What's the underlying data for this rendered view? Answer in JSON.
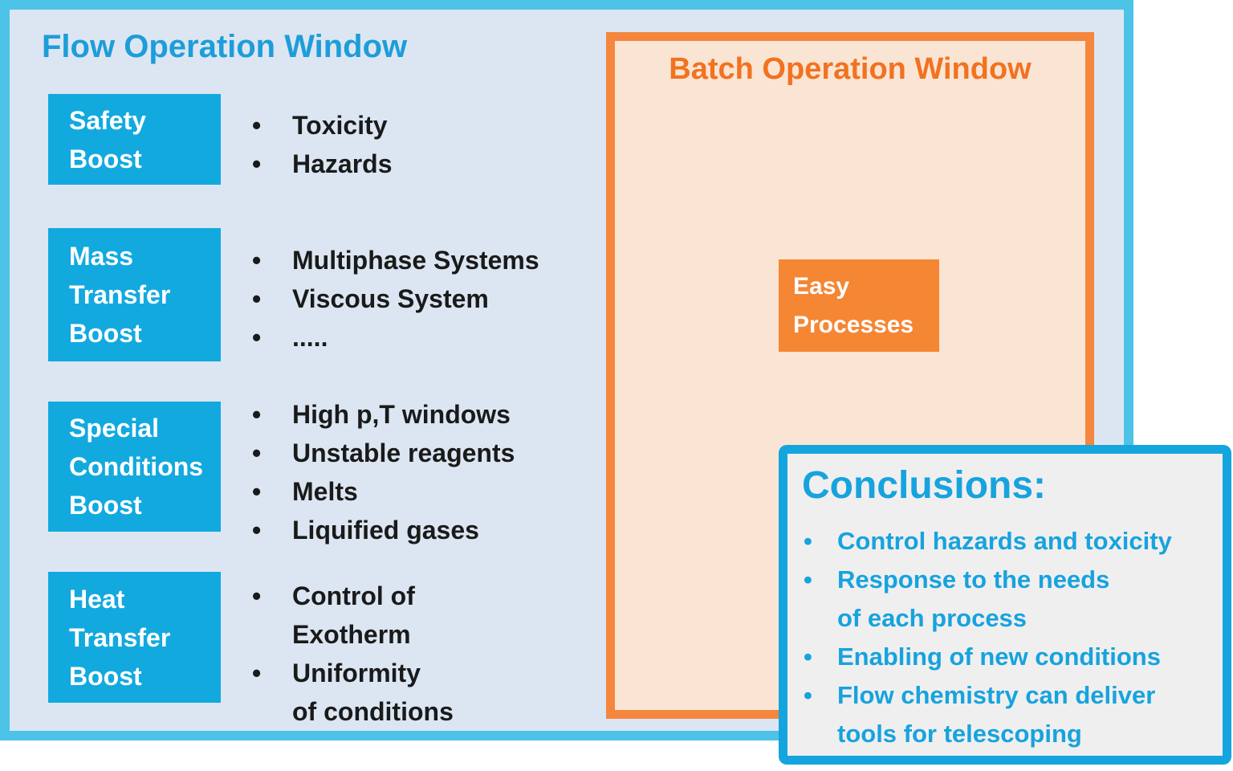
{
  "colors": {
    "flow_border": "#4DC3E8",
    "flow_fill": "#DCE6F2",
    "boost_box": "#12A9DF",
    "flow_title_text": "#1D9DD9",
    "list_text": "#1A1A1A",
    "batch_border": "#F5863D",
    "batch_fill": "#FAE5D4",
    "batch_title_text": "#F2721F",
    "easy_fill": "#F58634",
    "conclusions_border": "#14A5DE",
    "conclusions_fill": "#F0EFEF",
    "conclusions_text": "#16A3DE"
  },
  "flow_window": {
    "title": "Flow Operation Window",
    "rows": [
      {
        "label": "Safety\nBoost",
        "bullets": [
          "Toxicity",
          "Hazards"
        ]
      },
      {
        "label": "Mass\nTransfer\nBoost",
        "bullets": [
          "Multiphase Systems",
          "Viscous System",
          "....."
        ]
      },
      {
        "label": "Special\nConditions\nBoost",
        "bullets": [
          "High p,T windows",
          "Unstable reagents",
          "Melts",
          "Liquified gases"
        ]
      },
      {
        "label": "Heat\nTransfer\nBoost",
        "bullets": [
          "Control of\nExotherm",
          "Uniformity\nof conditions"
        ]
      }
    ]
  },
  "batch_window": {
    "title": "Batch Operation Window",
    "easy_label": "Easy\nProcesses"
  },
  "conclusions": {
    "heading": "Conclusions:",
    "bullets": [
      "Control hazards and toxicity",
      "Response to the needs\nof each process",
      "Enabling of new conditions",
      "Flow chemistry can deliver\ntools for telescoping"
    ]
  }
}
